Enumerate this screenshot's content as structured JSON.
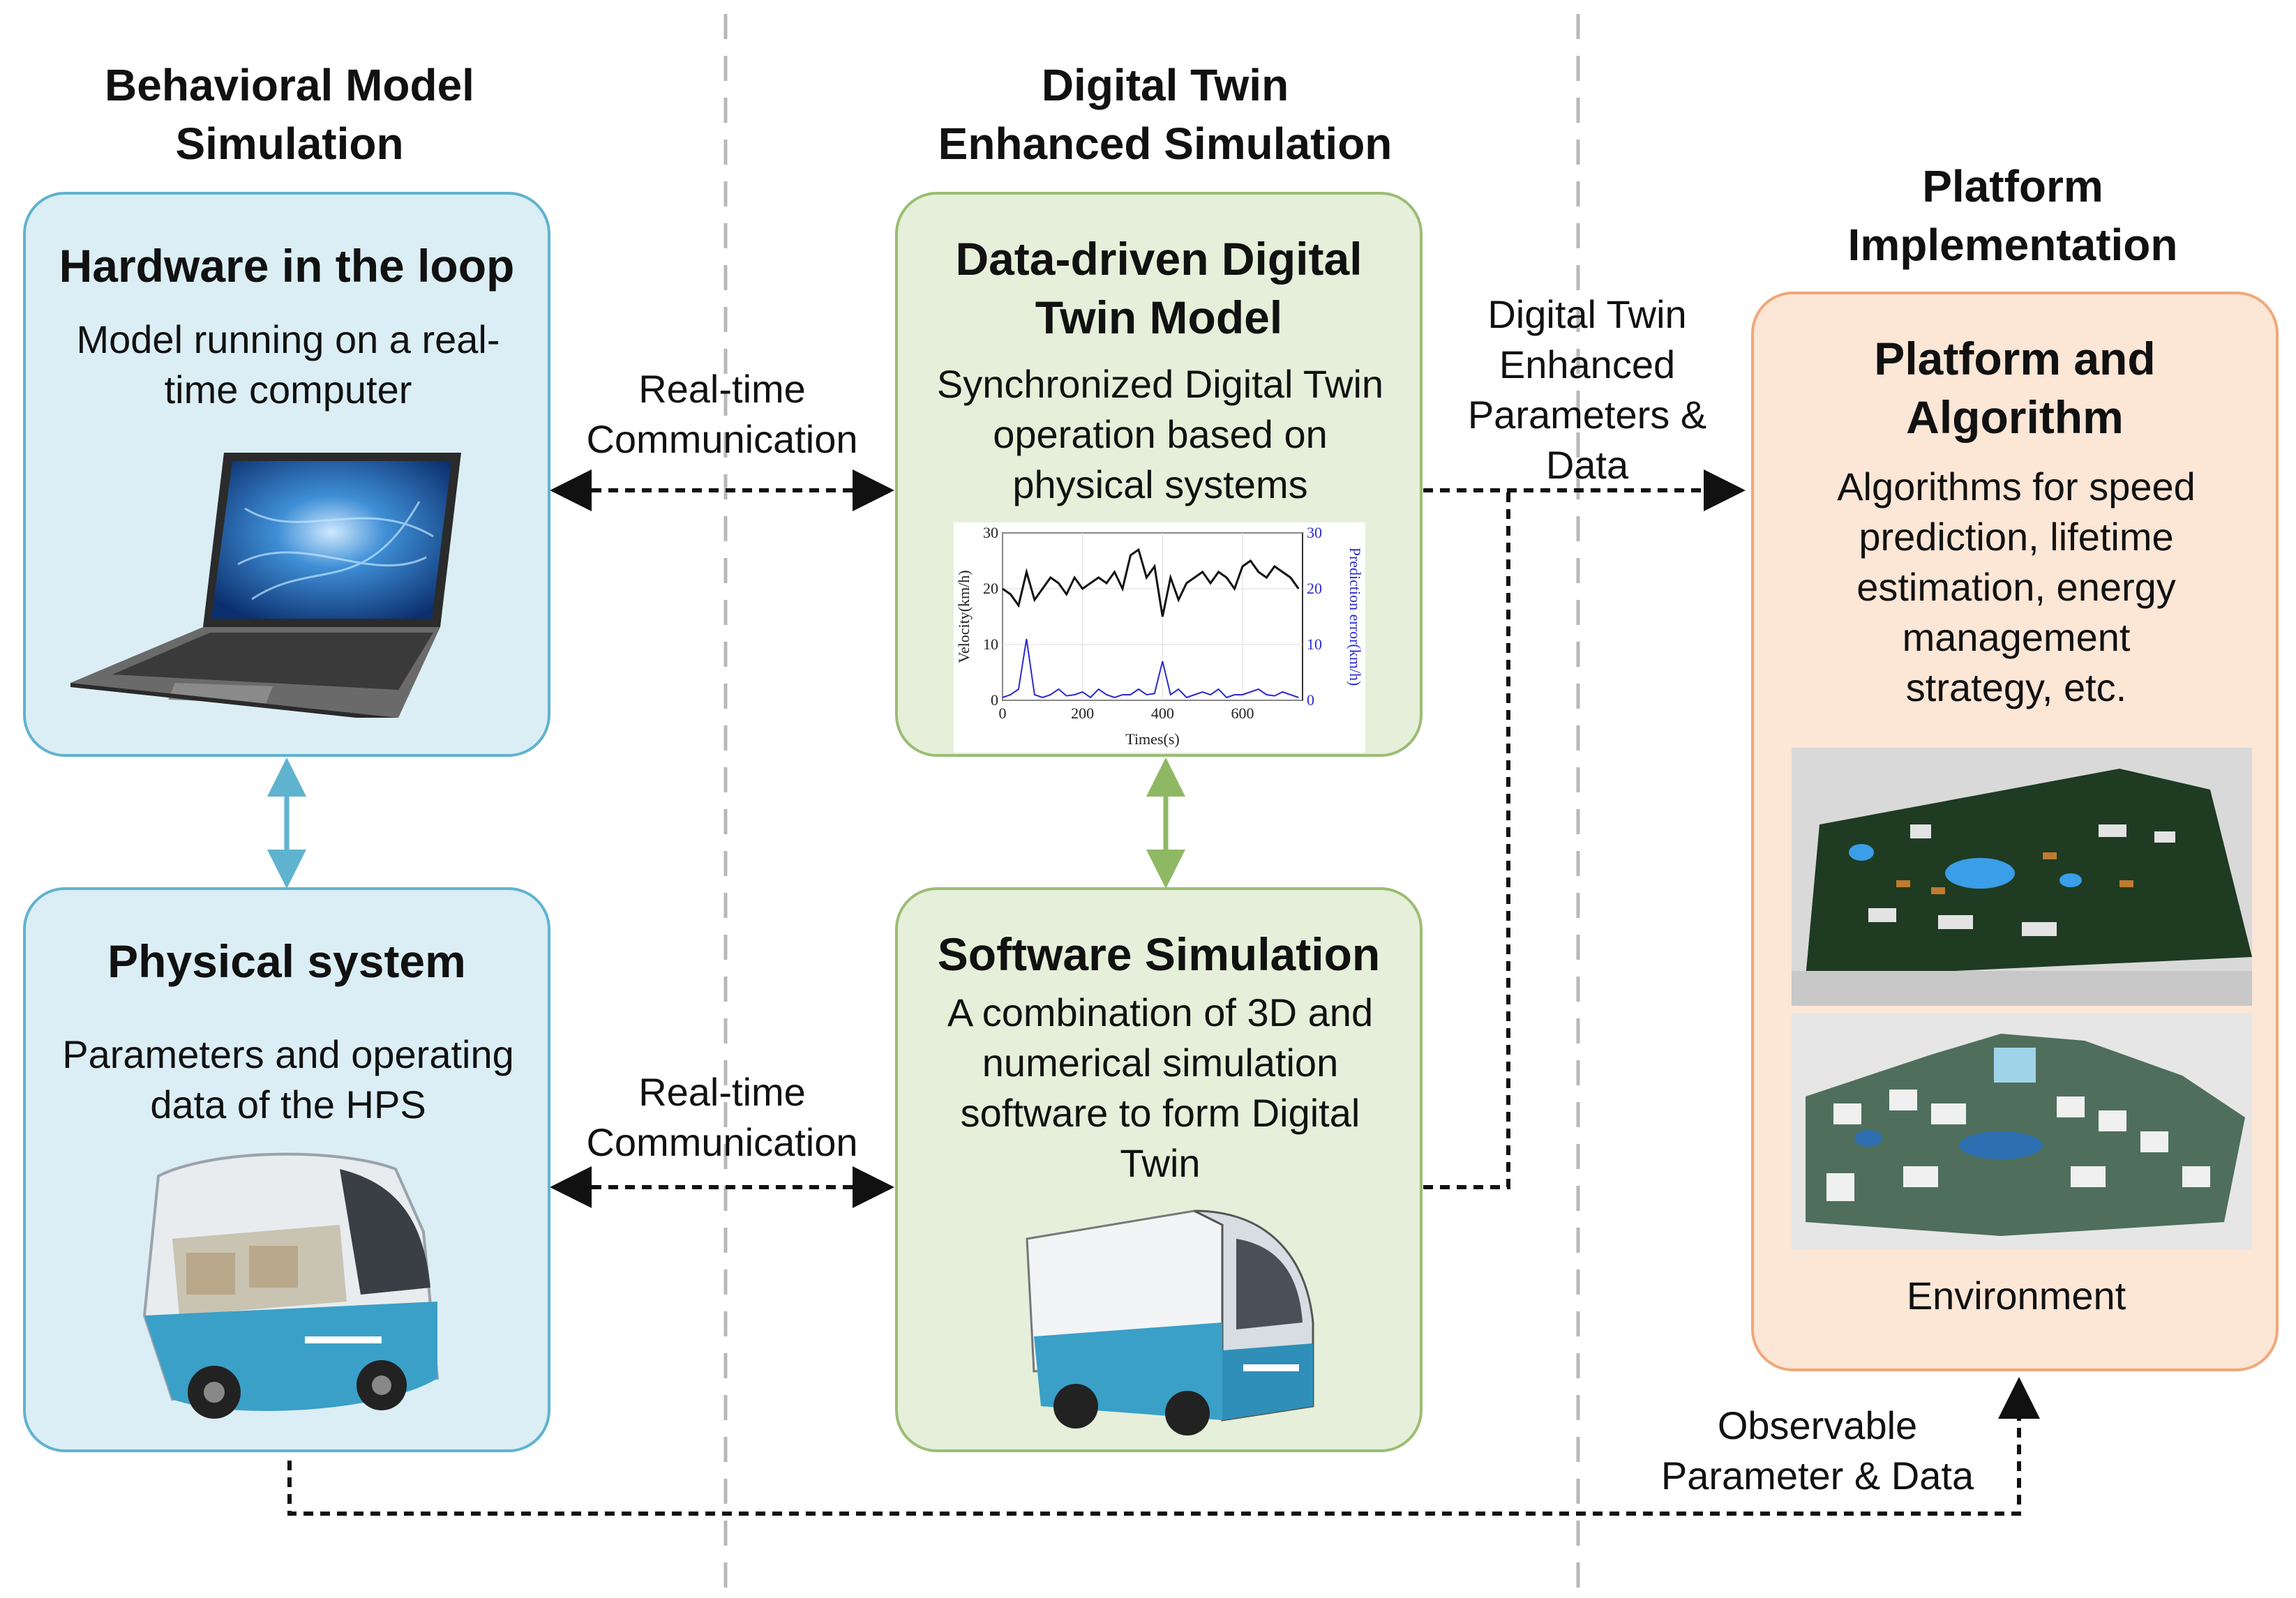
{
  "columns": {
    "left_title": [
      "Behavioral Model",
      "Simulation"
    ],
    "middle_title": [
      "Digital Twin",
      "Enhanced Simulation"
    ],
    "right_title": [
      "Platform",
      "Implementation"
    ]
  },
  "boxes": {
    "hardware": {
      "title": "Hardware in the loop",
      "desc": [
        "Model running on a real-",
        "time computer"
      ]
    },
    "physical": {
      "title": "Physical system",
      "desc": [
        "Parameters and operating",
        "data of the HPS"
      ]
    },
    "datadriven": {
      "title": [
        "Data-driven Digital",
        "Twin Model"
      ],
      "desc": [
        "Synchronized Digital Twin",
        "operation based on",
        "physical systems"
      ]
    },
    "software": {
      "title": "Software Simulation",
      "desc": [
        "A combination of 3D and",
        "numerical simulation",
        "software to form Digital",
        "Twin"
      ]
    },
    "platform": {
      "title": [
        "Platform and",
        "Algorithm"
      ],
      "desc": [
        "Algorithms for speed",
        "prediction, lifetime",
        "estimation, energy",
        "management",
        "strategy, etc."
      ],
      "env_label": "Environment"
    }
  },
  "labels": {
    "rt_top": [
      "Real-time",
      "Communication"
    ],
    "rt_bottom": [
      "Real-time",
      "Communication"
    ],
    "dt_params": [
      "Digital Twin",
      "Enhanced",
      "Parameters &",
      "Data"
    ],
    "observable": [
      "Observable",
      "Parameter & Data"
    ]
  },
  "colors": {
    "blue_border": "#5fb3cf",
    "blue_fill": "#dbeef5",
    "green_border": "#9bbd74",
    "green_fill": "#e6efd9",
    "orange_border": "#f0a878",
    "orange_fill": "#fce6d6"
  },
  "chart_data": {
    "type": "line",
    "title": "",
    "xlabel": "Times(s)",
    "ylabel": "Velocity(km/h)",
    "y2label": "Prediction error(km/h)",
    "xlim": [
      0,
      750
    ],
    "ylim": [
      0,
      30
    ],
    "y2lim": [
      0,
      30
    ],
    "x_ticks": [
      "0",
      "200",
      "400",
      "600"
    ],
    "y_ticks": [
      "0",
      "10",
      "20",
      "30"
    ],
    "y2_ticks": [
      "0",
      "10",
      "20",
      "30"
    ],
    "series": [
      {
        "values_x": [
          0,
          20,
          40,
          60,
          80,
          100,
          120,
          140,
          160,
          180,
          200,
          220,
          240,
          260,
          280,
          300,
          320,
          340,
          360,
          380,
          400,
          420,
          440,
          460,
          480,
          500,
          520,
          540,
          560,
          580,
          600,
          620,
          640,
          660,
          680,
          700,
          720,
          740
        ],
        "values_y": [
          20,
          19,
          17,
          23,
          18,
          20,
          22,
          21,
          19,
          22,
          20,
          21,
          22,
          21,
          23,
          20,
          26,
          27,
          22,
          24,
          15,
          22,
          18,
          21,
          22,
          23,
          21,
          23,
          22,
          20,
          24,
          25,
          23,
          22,
          24,
          23,
          22,
          20
        ]
      },
      {
        "values_x": [
          0,
          20,
          40,
          60,
          80,
          100,
          120,
          140,
          160,
          180,
          200,
          220,
          240,
          260,
          280,
          300,
          320,
          340,
          360,
          380,
          400,
          420,
          440,
          460,
          480,
          500,
          520,
          540,
          560,
          580,
          600,
          620,
          640,
          660,
          680,
          700,
          720,
          740
        ],
        "values_y": [
          0.5,
          1,
          2,
          11,
          1,
          0.5,
          1,
          2,
          0.8,
          1,
          1.5,
          0.5,
          2,
          1,
          0.5,
          1,
          1,
          2,
          1,
          1.2,
          7,
          1,
          2,
          0.5,
          1,
          1.5,
          1,
          2,
          0.5,
          1,
          1,
          1.5,
          2,
          1,
          0.8,
          1.5,
          1,
          0.5
        ]
      }
    ]
  }
}
